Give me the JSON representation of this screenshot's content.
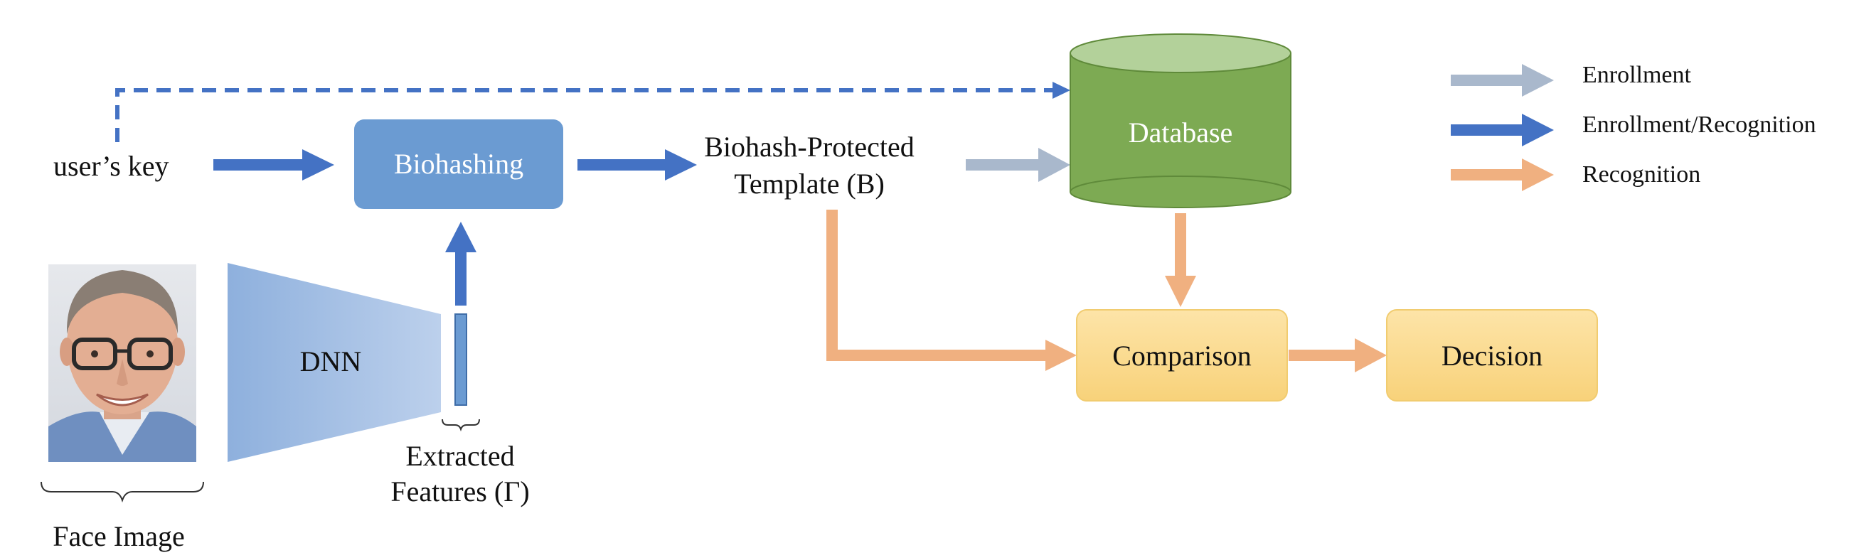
{
  "nodes": {
    "users_key": "user’s key",
    "biohashing": "Biohashing",
    "template_line1": "Biohash-Protected",
    "template_line2": "Template (B)",
    "database": "Database",
    "dnn": "DNN",
    "features_line1": "Extracted",
    "features_line2": "Features (Γ)",
    "face_image": "Face Image",
    "comparison": "Comparison",
    "decision": "Decision"
  },
  "legend": [
    {
      "label": "Enrollment",
      "color": "#A9B8CC"
    },
    {
      "label": "Enrollment/Recognition",
      "color": "#4472C4"
    },
    {
      "label": "Recognition",
      "color": "#F0B080"
    }
  ],
  "colors": {
    "enrollment": "#A9B8CC",
    "enrollment_recognition": "#4472C4",
    "recognition": "#F0B080",
    "biohashing_box": "#6B9BD2",
    "database": "#7DAA53",
    "database_top": "#B3D19A",
    "result_box": "#FBD78A"
  },
  "icons": {
    "face": "face-photo-icon"
  }
}
